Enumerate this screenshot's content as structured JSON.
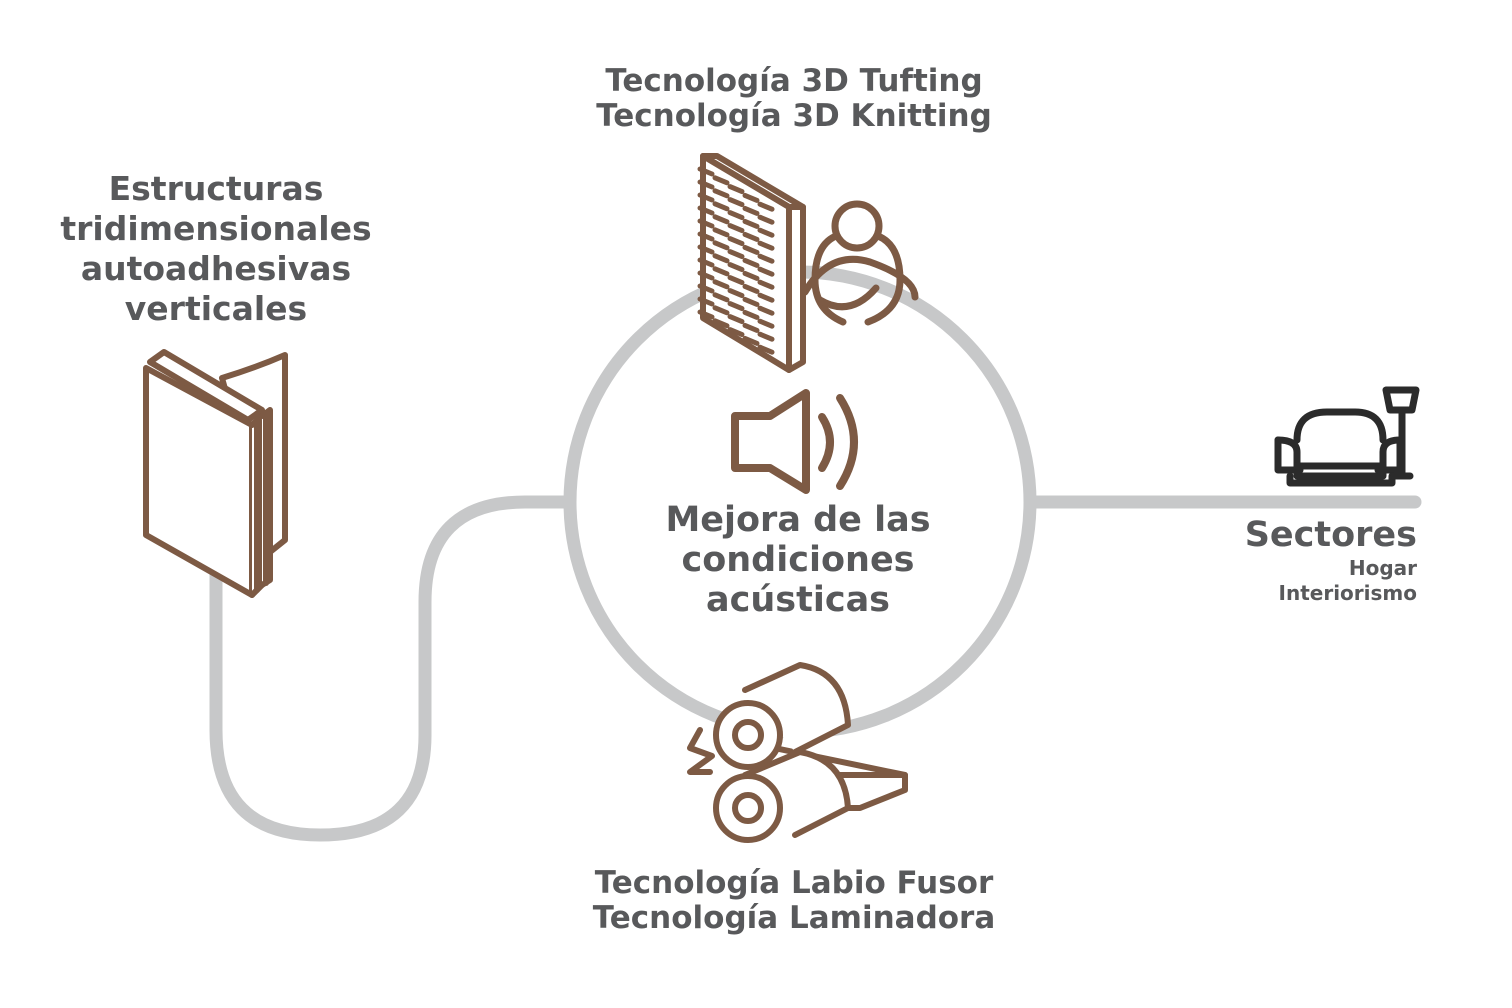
{
  "colors": {
    "connector": "#c7c8c9",
    "icon_brown": "#7d5a44",
    "icon_dark": "#2b2b2b",
    "text": "#58595b"
  },
  "icons": {
    "estructuras": "book-panel-icon",
    "tufting": "pin-panel-icon",
    "knitting": "knot-icon",
    "center": "speaker-icon",
    "labio": "laminator-rollers-icon",
    "sectores": "armchair-lamp-icon"
  },
  "labels": {
    "estructuras": [
      "Estructuras",
      "tridimensionales",
      "autoadhesivas",
      "verticales"
    ],
    "tufting": [
      "Tecnología 3D Tufting",
      "Tecnología 3D Knitting"
    ],
    "center": [
      "Mejora de las",
      "condiciones",
      "acústicas"
    ],
    "labio": [
      "Tecnología Labio Fusor",
      "Tecnología Laminadora"
    ],
    "sectores": {
      "title": "Sectores",
      "items": [
        "Hogar",
        "Interiorismo"
      ]
    }
  }
}
